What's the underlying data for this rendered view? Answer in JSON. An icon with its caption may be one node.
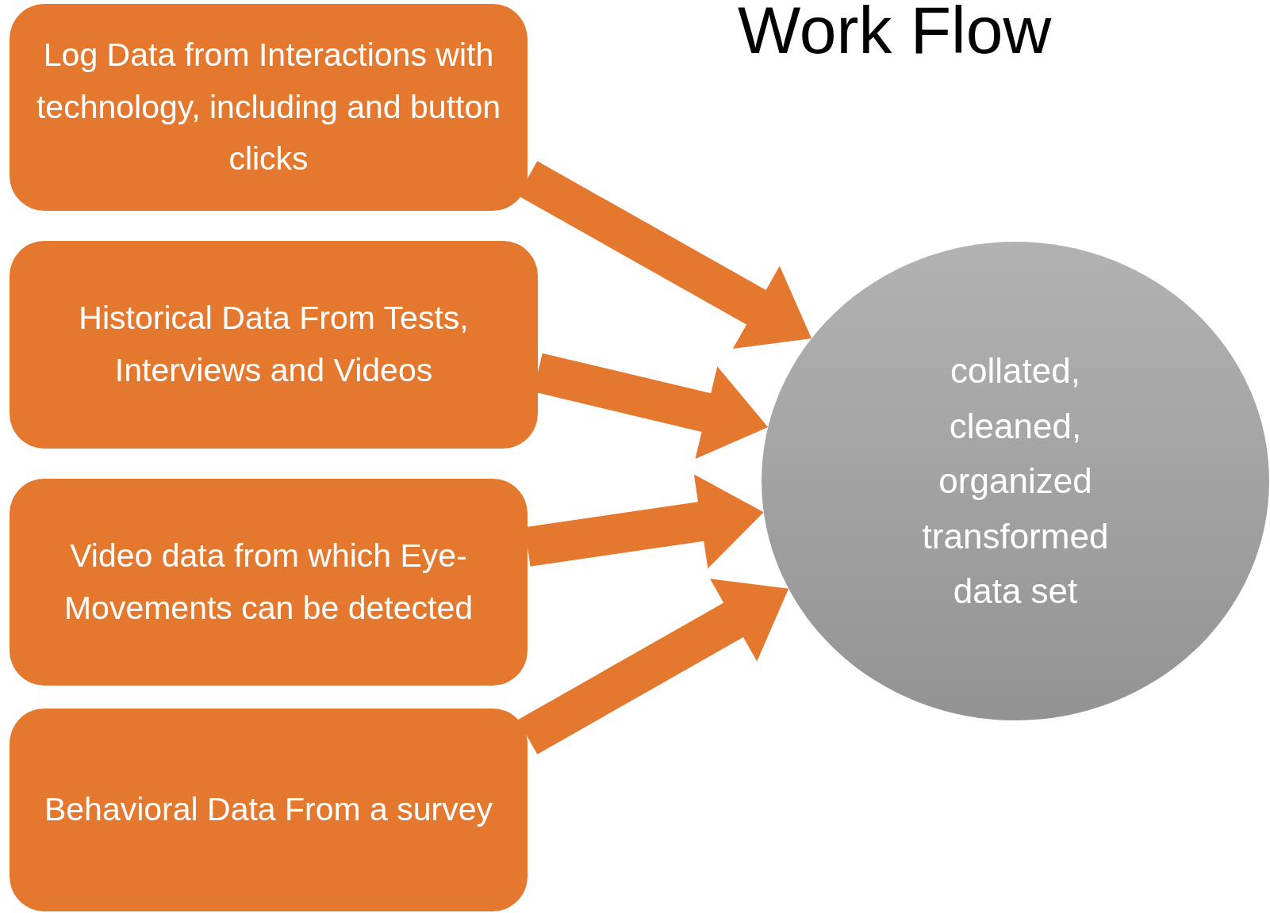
{
  "diagram": {
    "title": "Work Flow",
    "nodes": [
      {
        "text": [
          "Log Data from Interactions with technology, including and button clicks"
        ]
      },
      {
        "text": [
          "Historical Data From Tests, Interviews and Videos"
        ]
      },
      {
        "text": [
          "Video data from which Eye-Movements can be detected"
        ]
      },
      {
        "text": [
          "Behavioral Data From a survey"
        ]
      },
      {
        "text": [
          "collated, cleaned, organized transformed data set"
        ]
      }
    ],
    "edges": [
      {
        "from": 0,
        "to": 4,
        "arrow": "to",
        "style": "thick"
      },
      {
        "from": 1,
        "to": 4,
        "arrow": "to",
        "style": "thick"
      },
      {
        "from": 2,
        "to": 4,
        "arrow": "to",
        "style": "thick"
      },
      {
        "from": 3,
        "to": 4,
        "arrow": "to",
        "style": "thick"
      }
    ]
  }
}
